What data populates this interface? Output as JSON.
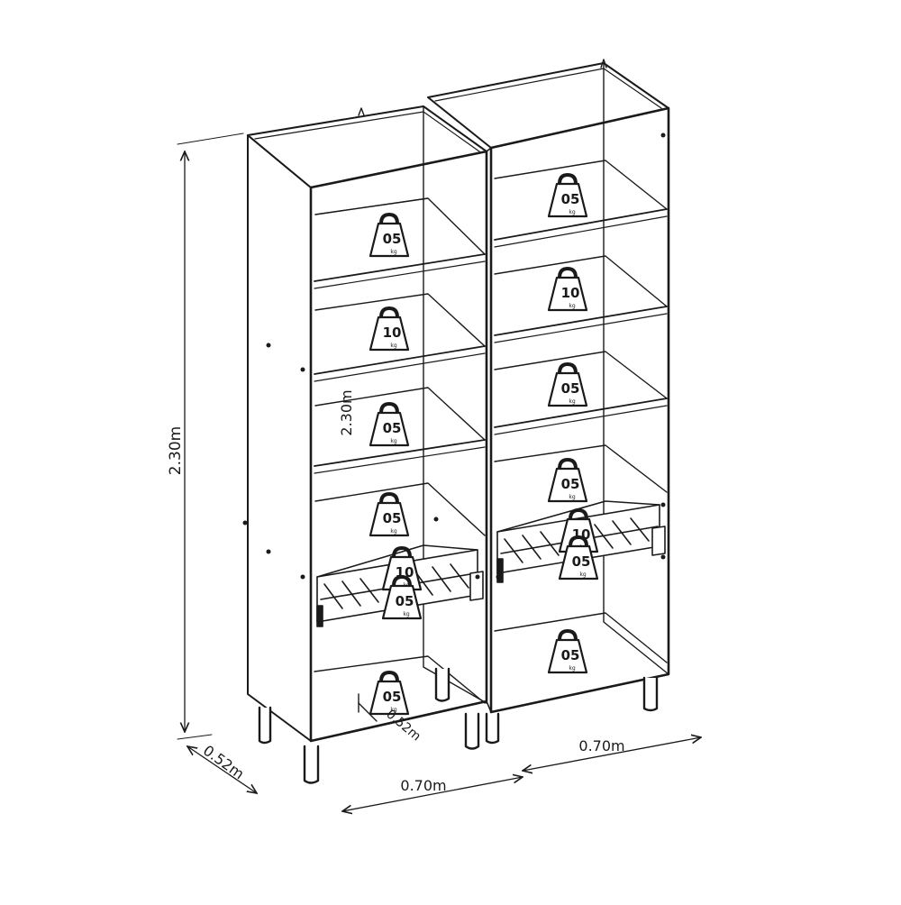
{
  "dimensions": {
    "height_main": "2.30m",
    "height_inner": "2.30m",
    "depth": "0.52m",
    "width_left": "0.70m",
    "width_right": "0.70m",
    "depth_inner": "0.52m"
  },
  "left_cabinet": {
    "shelf_weights": [
      "05",
      "10",
      "05",
      "05"
    ],
    "rack_weights": [
      "10",
      "05"
    ],
    "bottom_weight": "05"
  },
  "right_cabinet": {
    "shelf_weights": [
      "05",
      "10",
      "05",
      "05"
    ],
    "rack_weights": [
      "10",
      "05"
    ],
    "bottom_weight": "05"
  },
  "unit_label": "kg",
  "colors": {
    "line": "#1a1a1a",
    "background": "#ffffff"
  }
}
